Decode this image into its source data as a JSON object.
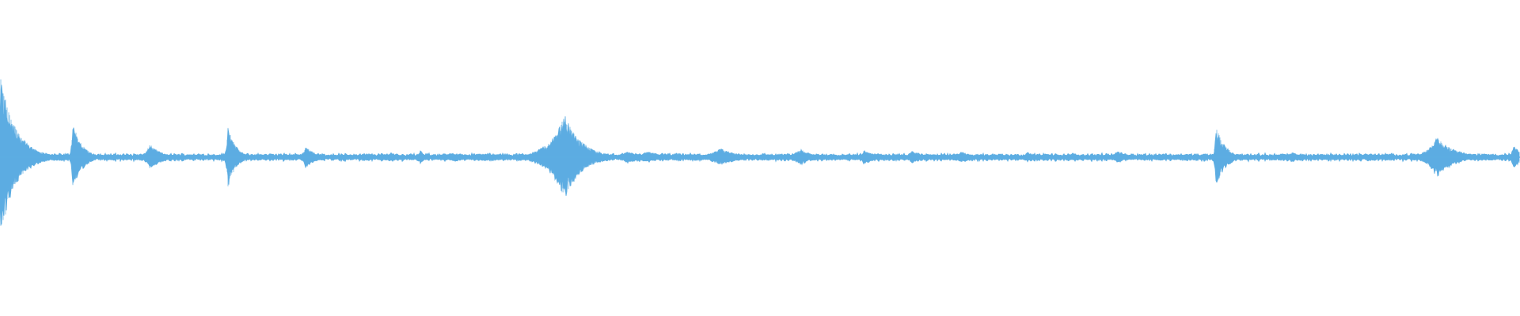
{
  "waveform": {
    "color": "#5dade2",
    "background": "#ffffff",
    "baseline_amplitude": 0.02,
    "events": [
      {
        "t": 0.0002,
        "amp": 0.52,
        "decay": 0.01,
        "attack": 0.0005
      },
      {
        "t": 0.048,
        "amp": 0.22,
        "decay": 0.006,
        "attack": 0.001
      },
      {
        "t": 0.0985,
        "amp": 0.08,
        "decay": 0.008,
        "attack": 0.003
      },
      {
        "t": 0.15,
        "amp": 0.2,
        "decay": 0.005,
        "attack": 0.001
      },
      {
        "t": 0.201,
        "amp": 0.07,
        "decay": 0.007,
        "attack": 0.002
      },
      {
        "t": 0.257,
        "amp": 0.03,
        "decay": 0.01,
        "attack": 0.006
      },
      {
        "t": 0.2765,
        "amp": 0.06,
        "decay": 0.002,
        "attack": 0.0004
      },
      {
        "t": 0.2985,
        "amp": 0.03,
        "decay": 0.012,
        "attack": 0.006
      },
      {
        "t": 0.318,
        "amp": 0.025,
        "decay": 0.012,
        "attack": 0.006
      },
      {
        "t": 0.3715,
        "amp": 0.27,
        "decay": 0.011,
        "attack": 0.01
      },
      {
        "t": 0.413,
        "amp": 0.04,
        "decay": 0.01,
        "attack": 0.005
      },
      {
        "t": 0.426,
        "amp": 0.035,
        "decay": 0.014,
        "attack": 0.008
      },
      {
        "t": 0.474,
        "amp": 0.055,
        "decay": 0.012,
        "attack": 0.008
      },
      {
        "t": 0.527,
        "amp": 0.05,
        "decay": 0.009,
        "attack": 0.007
      },
      {
        "t": 0.568,
        "amp": 0.045,
        "decay": 0.01,
        "attack": 0.001
      },
      {
        "t": 0.6,
        "amp": 0.04,
        "decay": 0.01,
        "attack": 0.003
      },
      {
        "t": 0.632,
        "amp": 0.035,
        "decay": 0.01,
        "attack": 0.004
      },
      {
        "t": 0.676,
        "amp": 0.03,
        "decay": 0.01,
        "attack": 0.004
      },
      {
        "t": 0.706,
        "amp": 0.025,
        "decay": 0.01,
        "attack": 0.005
      },
      {
        "t": 0.735,
        "amp": 0.04,
        "decay": 0.009,
        "attack": 0.003
      },
      {
        "t": 0.763,
        "amp": 0.025,
        "decay": 0.01,
        "attack": 0.005
      },
      {
        "t": 0.8,
        "amp": 0.2,
        "decay": 0.006,
        "attack": 0.0008
      },
      {
        "t": 0.85,
        "amp": 0.03,
        "decay": 0.012,
        "attack": 0.007
      },
      {
        "t": 0.9,
        "amp": 0.025,
        "decay": 0.012,
        "attack": 0.007
      },
      {
        "t": 0.945,
        "amp": 0.13,
        "decay": 0.012,
        "attack": 0.006
      },
      {
        "t": 0.996,
        "amp": 0.07,
        "decay": 0.006,
        "attack": 0.002
      }
    ]
  }
}
